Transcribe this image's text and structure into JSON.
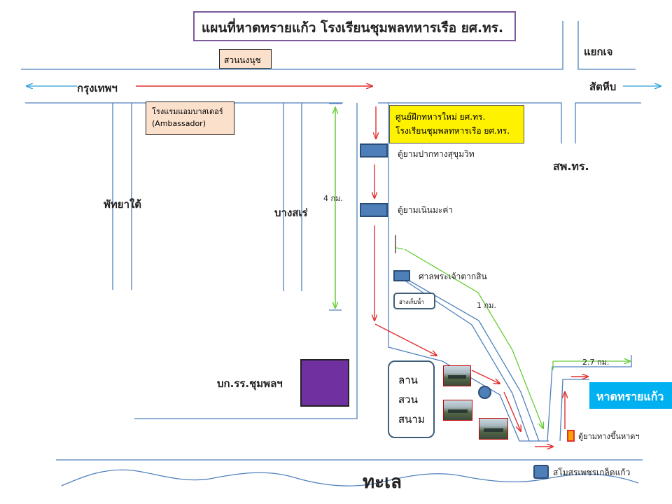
{
  "title": "แผนที่หาดทรายแก้ว โรงเรียนชุมพลทหารเรือ ยศ.ทร.",
  "places": {
    "garden": "สวนนงนุช",
    "junction": "แยกเจ",
    "bangkok": "กรุงเทพฯ",
    "sattahip": "สัตหีบ",
    "hotel_line1": "โรงแรมแอมบาสเดอร์",
    "hotel_line2": "(Ambassador)",
    "camp_line1": "ศูนย์ฝึกทหารใหม่ ยศ.ทร.",
    "camp_line2": "โรงเรียนชุมพลทหารเรือ ยศ.ทร.",
    "sukhumvit_post": "ตู้ยามปากทางสุขุมวิท",
    "navy_office": "สพ.ทร.",
    "south_pattaya": "พัทยาใต้",
    "bang_sare": "บางสเร่",
    "nern_makham_post": "ตู้ยามเนินมะค่า",
    "shrine": "ศาลพระเจ้าตากสิน",
    "water_tank": "อ่างเก็บน้ำ",
    "hq": "บก.รร.ชุมพลฯ",
    "plaza_line1": "ลาน",
    "plaza_line2": "สวน",
    "plaza_line3": "สนาม",
    "beach": "หาดทรายแก้ว",
    "beach_post": "ตู้ยามทางขึ้นหาดฯ",
    "club": "สโมสรเพชรเกล็ดแก้ว",
    "sea": "ทะเล"
  },
  "distances": {
    "d1": "4 กม.",
    "d2": "1 กม.",
    "d3": "2.7 กม."
  },
  "colors": {
    "road": "#4f81bd",
    "route": "#e03030",
    "distance": "#66cc33",
    "beach": "#00b0f0",
    "hq": "#7030a0",
    "camp": "#fff200"
  }
}
